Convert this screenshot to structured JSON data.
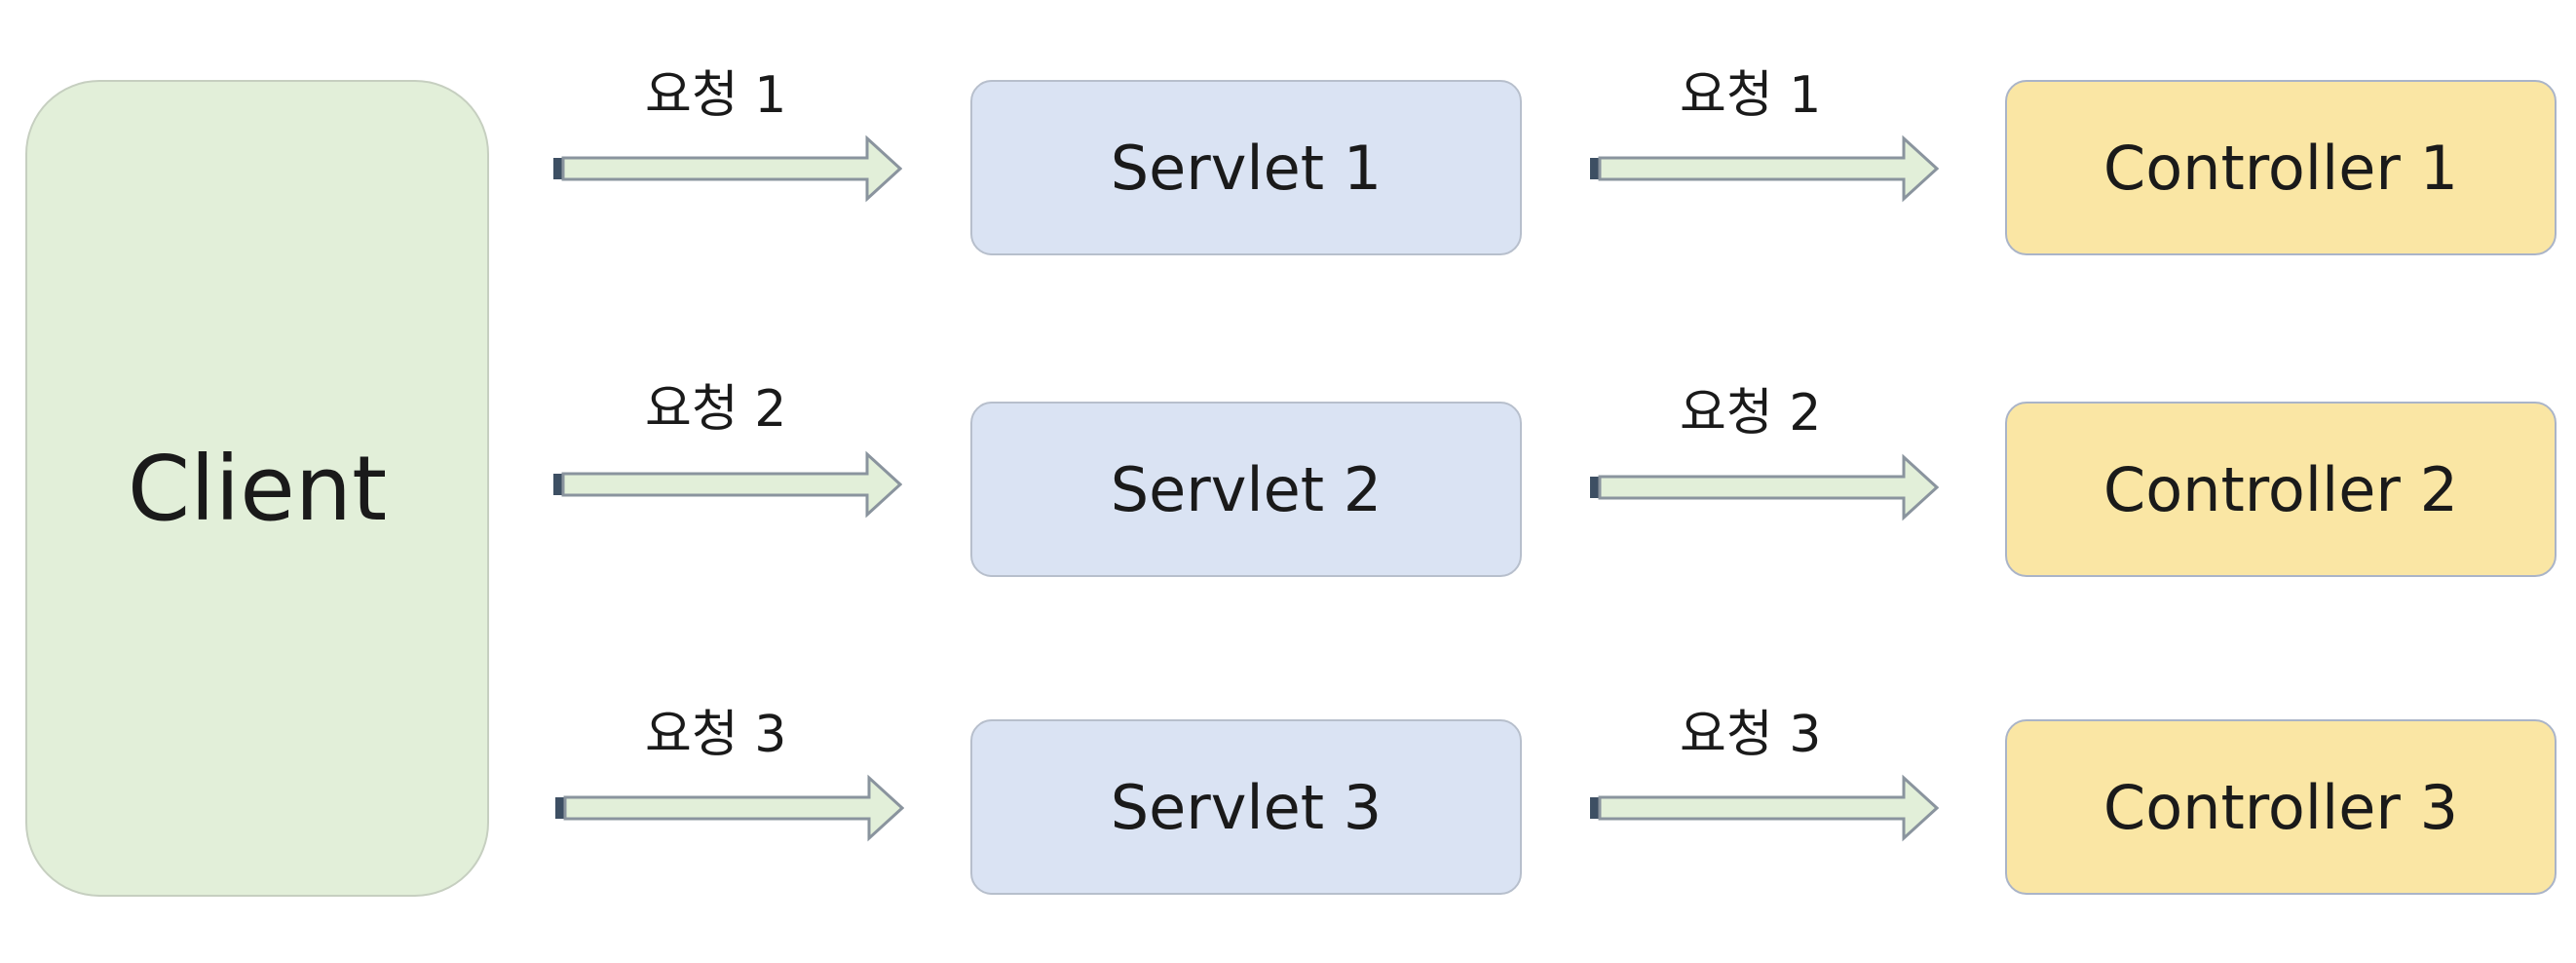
{
  "client": {
    "label": "Client"
  },
  "rows": [
    {
      "request_label_left": "요청 1",
      "servlet": "Servlet 1",
      "request_label_right": "요청 1",
      "controller": "Controller 1"
    },
    {
      "request_label_left": "요청 2",
      "servlet": "Servlet 2",
      "request_label_right": "요청 2",
      "controller": "Controller 2"
    },
    {
      "request_label_left": "요청 3",
      "servlet": "Servlet 3",
      "request_label_right": "요청 3",
      "controller": "Controller 3"
    }
  ],
  "colors": {
    "client_fill": "#e2efd9",
    "servlet_fill": "#dae3f3",
    "controller_fill": "#fae6a4",
    "arrow_fill": "#e2efd9",
    "arrow_stroke": "#8a949e"
  }
}
